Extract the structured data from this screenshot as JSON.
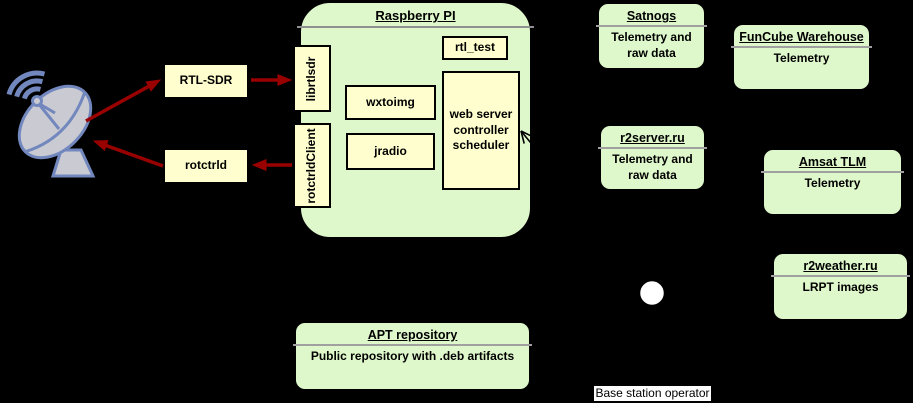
{
  "raspberry": {
    "title": "Raspberry PI",
    "librtlsdr": "librtlsdr",
    "rotctrld_client": "rotctrldClient",
    "wxtoimg": "wxtoimg",
    "jradio": "jradio",
    "rtl_test": "rtl_test",
    "web_server": "web server\ncontroller\nscheduler"
  },
  "hardware": {
    "rtl_sdr": "RTL-SDR",
    "rotctrld": "rotctrld"
  },
  "services": {
    "satnogs": {
      "title": "Satnogs",
      "body": "Telemetry and\nraw data"
    },
    "funcube": {
      "title": "FunCube Warehouse",
      "body": "Telemetry"
    },
    "r2server": {
      "title": "r2server.ru",
      "body": "Telemetry and\nraw data"
    },
    "amsat": {
      "title": "Amsat TLM",
      "body": "Telemetry"
    },
    "r2weather": {
      "title": "r2weather.ru",
      "body": "LRPT images"
    },
    "apt": {
      "title": "APT repository",
      "body": "Public repository with .deb artifacts"
    }
  },
  "actor": {
    "label": "Base station operator"
  },
  "icons": {
    "dish": "satellite-dish-icon",
    "signal": "signal-waves-icon",
    "operator": "actor-icon"
  },
  "colors": {
    "background": "#000000",
    "component_fill": "#FEFECE",
    "node_fill": "#DFF8CB",
    "border": "#000000",
    "divider": "#A0A0A0",
    "arrow_red": "#990000",
    "dish_stroke": "#7287BD",
    "dish_fill": "#C9CAD2"
  }
}
